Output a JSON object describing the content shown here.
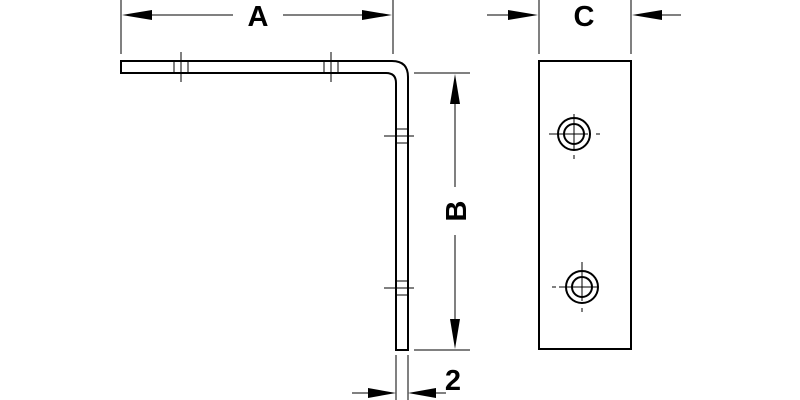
{
  "dimensions": {
    "a": {
      "label": "A"
    },
    "b": {
      "label": "B"
    },
    "c": {
      "label": "C"
    },
    "thickness": {
      "label": "2"
    }
  },
  "colors": {
    "line": "#000000",
    "background": "#ffffff"
  },
  "views": [
    "side-view",
    "front-view"
  ]
}
